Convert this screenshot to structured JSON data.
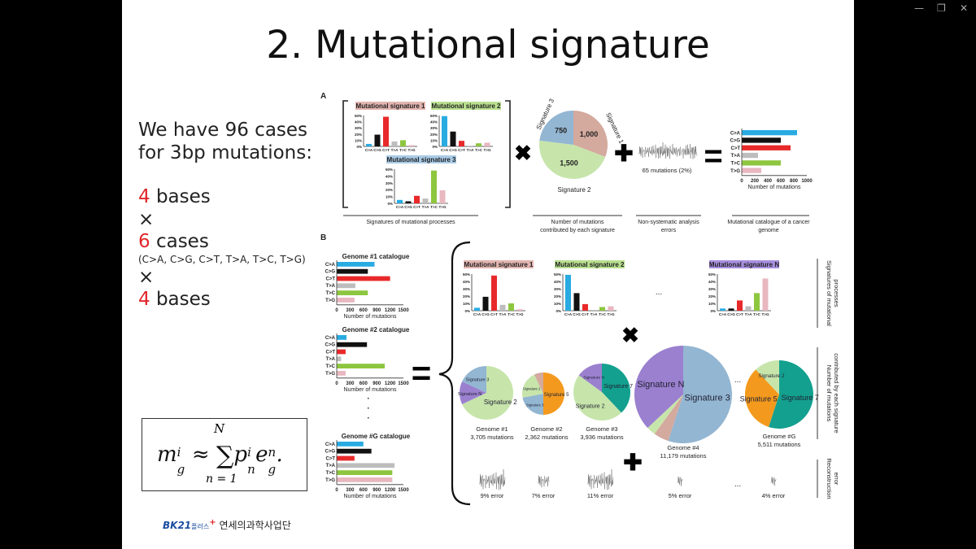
{
  "window_controls": {
    "minimize": "—",
    "restore": "❐",
    "close": "✕"
  },
  "title": "2. Mutational signature",
  "left_text": {
    "line1": "We have 96 cases",
    "line2": "for 3bp mutations:",
    "bases_num_1": "4",
    "bases_label_1": "bases",
    "times_1": "×",
    "cases_num": "6",
    "cases_label": "cases",
    "cases_list": "(C>A, C>G, C>T, T>A, T>C, T>G)",
    "times_2": "×",
    "bases_num_2": "4",
    "bases_label_2": "bases"
  },
  "formula": {
    "lhs": "m",
    "lhs_sup": "i",
    "lhs_sub": "g",
    "approx": "≈",
    "sum": "∑",
    "upper": "N",
    "lower": "n = 1",
    "p": "p",
    "p_sup": "i",
    "p_sub": "n",
    "e": "e",
    "e_sup": "n",
    "e_sub": "g",
    "dot": "."
  },
  "logo": {
    "brand": "BK21",
    "plus_text": "플러스",
    "plus": "+",
    "org": "연세의과학사업단"
  },
  "colors": {
    "C>A": "#29abe2",
    "C>G": "#111111",
    "C>T": "#e8292a",
    "T>A": "#bdbdbd",
    "T>C": "#8dc63f",
    "T>G": "#e8b7c0",
    "sig1": "#d4a99e",
    "sig2": "#c7e5ab",
    "sig3": "#93b6d2",
    "sig5": "#f39a1e",
    "sig7": "#13a08f",
    "sigN": "#9b80cf"
  },
  "mutation_types": [
    "C>A",
    "C>G",
    "C>T",
    "T>A",
    "T>C",
    "T>G"
  ],
  "sig_ticks": [
    "50%",
    "40%",
    "30%",
    "20%",
    "10%",
    "0%"
  ],
  "panel_a": {
    "label": "A",
    "signatures": [
      {
        "title": "Mutational signature 1",
        "title_bg": "#e3b5b0",
        "values": [
          4,
          19,
          48,
          8,
          10,
          2
        ]
      },
      {
        "title": "Mutational signature 2",
        "title_bg": "#b9e08f",
        "values": [
          49,
          24,
          9,
          1,
          5,
          6
        ]
      },
      {
        "title": "Mutational signature 3",
        "title_bg": "#a9cbe6",
        "values": [
          5,
          3,
          11,
          7,
          48,
          19
        ]
      }
    ],
    "times": "✖",
    "plus": "✚",
    "equals": "=",
    "pie": [
      {
        "label": "Signature 1",
        "value": 1000,
        "value_label": "1,000",
        "color_key": "sig1"
      },
      {
        "label": "Signature 2",
        "value": 1500,
        "value_label": "1,500",
        "color_key": "sig2"
      },
      {
        "label": "Signature 3",
        "value": 750,
        "value_label": "750",
        "color_key": "sig3"
      }
    ],
    "noise_label": "65 mutations (2%)",
    "catalogue": {
      "values": [
        850,
        600,
        750,
        250,
        600,
        300
      ],
      "max": 1000,
      "ticks": [
        "0",
        "200",
        "400",
        "600",
        "800",
        "1000"
      ],
      "xlabel": "Number of mutations"
    },
    "captions": [
      "Signatures of mutational processes",
      "Number of mutations",
      "contributed by each signature",
      "Non-systematic analysis",
      "errors",
      "Mutational catalogue of a cancer",
      "genome"
    ]
  },
  "panel_b": {
    "label": "B",
    "catalogues": [
      {
        "title": "Genome #1 catalogue",
        "values": [
          850,
          700,
          1200,
          420,
          700,
          400
        ]
      },
      {
        "title": "Genome #2 catalogue",
        "values": [
          220,
          680,
          200,
          100,
          1080,
          200
        ]
      },
      {
        "title": "Genome #G catalogue",
        "values": [
          600,
          780,
          400,
          1300,
          1250,
          1250
        ]
      }
    ],
    "catalogue_ticks": [
      "0",
      "300",
      "600",
      "900",
      "1200",
      "1500"
    ],
    "catalogue_max": 1500,
    "catalogue_xlabel": "Number of mutations",
    "vdots": "·",
    "signatures": [
      {
        "title": "Mutational signature 1",
        "title_bg": "#e3b5b0",
        "values": [
          4,
          19,
          48,
          8,
          10,
          2
        ]
      },
      {
        "title": "Mutational signature 2",
        "title_bg": "#b9e08f",
        "values": [
          49,
          24,
          9,
          1,
          5,
          6
        ]
      },
      {
        "title": "Mutational signature N",
        "title_bg": "#a88fe0",
        "values": [
          3,
          3,
          14,
          6,
          24,
          44
        ]
      }
    ],
    "ellipsis": "...",
    "times": "✖",
    "plus": "✚",
    "equals": "=",
    "genomes": [
      {
        "name": "Genome #1",
        "count": "3,705 mutations",
        "error": "9% error",
        "noise": 1.0,
        "slices": [
          {
            "label": "Signature 2",
            "frac": 0.68,
            "color_key": "sig2"
          },
          {
            "label": "Signature N",
            "frac": 0.14,
            "color_key": "sigN"
          },
          {
            "label": "Signature 3",
            "frac": 0.18,
            "color_key": "sig3"
          }
        ]
      },
      {
        "name": "Genome #2",
        "count": "2,362 mutations",
        "error": "7% error",
        "noise": 0.6,
        "slices": [
          {
            "label": "Signature 5",
            "frac": 0.5,
            "color_key": "sig5"
          },
          {
            "label": "Signature 3",
            "frac": 0.22,
            "color_key": "sig3"
          },
          {
            "label": "Signature 2",
            "frac": 0.21,
            "color_key": "sig2"
          },
          {
            "label": "Signature 1",
            "frac": 0.07,
            "color_key": "sig1"
          }
        ]
      },
      {
        "name": "Genome #3",
        "count": "3,936 mutations",
        "error": "11% error",
        "noise": 1.2,
        "slices": [
          {
            "label": "Signature 7",
            "frac": 0.38,
            "color_key": "sig7"
          },
          {
            "label": "Signature 2",
            "frac": 0.47,
            "color_key": "sig2"
          },
          {
            "label": "Signature N",
            "frac": 0.15,
            "color_key": "sigN"
          }
        ]
      },
      {
        "name": "Genome #4",
        "count": "11,179 mutations",
        "error": "5% error",
        "noise": 0.35,
        "slices": [
          {
            "label": "Signature 3",
            "frac": 0.55,
            "color_key": "sig3"
          },
          {
            "label": "Signature 1",
            "frac": 0.05,
            "color_key": "sig1"
          },
          {
            "label": "Signature 2",
            "frac": 0.03,
            "color_key": "sig2"
          },
          {
            "label": "Signature N",
            "frac": 0.37,
            "color_key": "sigN"
          }
        ]
      },
      {
        "name": "Genome #G",
        "count": "5,511 mutations",
        "error": "4% error",
        "noise": 0.3,
        "slices": [
          {
            "label": "Signature 7",
            "frac": 0.55,
            "color_key": "sig7"
          },
          {
            "label": "Signature 5",
            "frac": 0.33,
            "color_key": "sig5"
          },
          {
            "label": "Signature 2",
            "frac": 0.12,
            "color_key": "sig2"
          }
        ]
      }
    ],
    "side_labels": [
      "Signatures of mutational processes",
      "Number of mutations contributed by each signature",
      "Reconstruction error"
    ]
  }
}
